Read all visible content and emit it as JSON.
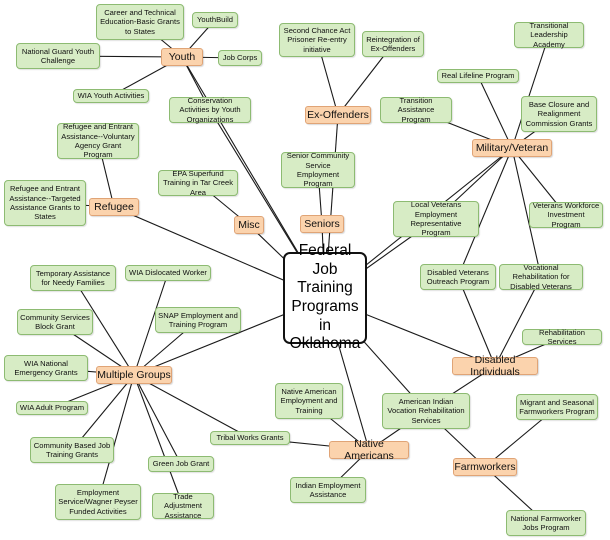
{
  "center": {
    "label": "Federal Job Training Programs in Oklahoma"
  },
  "categories": {
    "youth": "Youth",
    "ex_offenders": "Ex-Offenders",
    "military_veteran": "Military/Veteran",
    "refugee": "Refugee",
    "misc": "Misc",
    "seniors": "Seniors",
    "multiple_groups": "Multiple Groups",
    "disabled_individuals": "Disabled Individuals",
    "native_americans": "Native Americans",
    "farmworkers": "Farmworkers"
  },
  "programs": {
    "career_technical": "Career and Technical Education-Basic Grants to States",
    "youthbuild": "YouthBuild",
    "national_guard": "National Guard Youth Challenge",
    "job_corps": "Job Corps",
    "wia_youth": "WIA Youth Activities",
    "conservation": "Conservation Activities by Youth Organizations",
    "second_chance": "Second Chance Act Prisoner Re-entry initiative",
    "reintegration": "Reintegration of Ex-Offenders",
    "transitional_leadership": "Transitional Leadership Academy",
    "real_lifeline": "Real Lifeline Program",
    "transition_assistance": "Transition Assistance Program",
    "base_closure": "Base Closure and Realignment Commission Grants",
    "refugee_voluntary": "Refugee and Entrant Assistance--Voluntary Agency Grant Program",
    "refugee_targeted": "Refugee and Entrant Assistance--Targeted Assistance Grants to States",
    "epa_superfund": "EPA Superfund Training in Tar Creek Area",
    "senior_community": "Senior Community Service Employment Program",
    "local_veterans": "Local Veterans Employment Representative Program",
    "veterans_workforce": "Veterans Workforce Investment Program",
    "temporary_assistance": "Temporary Assistance for Needy Families",
    "wia_dislocated": "WIA Dislocated Worker",
    "community_services": "Community Services Block Grant",
    "snap": "SNAP Employment and Training Program",
    "disabled_veterans_outreach": "Disabled Veterans Outreach Program",
    "vocational_rehab_veterans": "Vocational Rehabilitation for Disabled Veterans",
    "rehabilitation_services": "Rehabilitation Services",
    "wia_national_emergency": "WIA National Emergency Grants",
    "wia_adult": "WIA Adult Program",
    "native_american_employment": "Native American Employment and Training",
    "american_indian_vocational": "American Indian Vocation Rehabilitation Services",
    "migrant_seasonal": "Migrant and Seasonal Farmworkers Program",
    "community_based": "Community Based Job Training Grants",
    "tribal_works": "Tribal Works Grants",
    "green_job": "Green Job Grant",
    "employment_service": "Employment Service/Wagner Peyser Funded Activities",
    "trade_adjustment": "Trade Adjustment Assistance",
    "indian_employment": "Indian Employment Assistance",
    "national_farmworker": "National Farmworker Jobs Program"
  }
}
